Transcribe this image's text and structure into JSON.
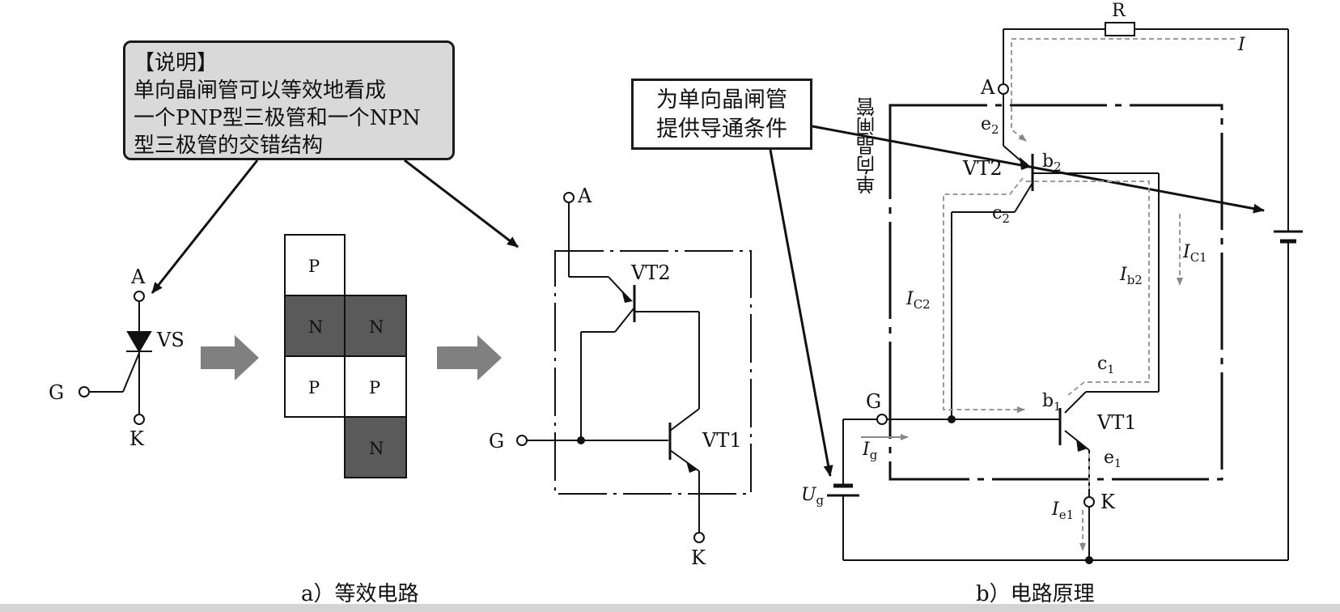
{
  "note": {
    "title": "【说明】",
    "lines": [
      "单向晶闸管可以等效地看成",
      "一个PNP型三极管和一个NPN",
      "型三极管的交错结构"
    ]
  },
  "condition_note": {
    "lines": [
      "为单向晶闸管",
      "提供导通条件"
    ]
  },
  "left": {
    "terminal_a": "A",
    "terminal_g": "G",
    "terminal_k": "K",
    "device_label": "VS",
    "layers": [
      "P",
      "N",
      "N",
      "P",
      "P",
      "N"
    ],
    "transistor_top": "VT2",
    "transistor_bottom": "VT1",
    "caption": "a）等效电路"
  },
  "right": {
    "resistor": "R",
    "current_i": "I",
    "terminal_a": "A",
    "terminal_g": "G",
    "terminal_k": "K",
    "e2": "e",
    "e2_sub": "2",
    "b2": "b",
    "b2_sub": "2",
    "c2": "c",
    "c2_sub": "2",
    "vt2": "VT2",
    "vt1": "VT1",
    "b1": "b",
    "b1_sub": "1",
    "c1": "c",
    "c1_sub": "1",
    "e1": "e",
    "e1_sub": "1",
    "i_c1": "I",
    "i_c1_sub": "C1",
    "i_b2": "I",
    "i_b2_sub": "b2",
    "i_c2": "I",
    "i_c2_sub": "C2",
    "i_g": "I",
    "i_g_sub": "g",
    "i_e1": "I",
    "i_e1_sub": "e1",
    "u_g": "U",
    "u_g_sub": "g",
    "device_label": "单向晶闸管",
    "caption": "b）电路原理"
  },
  "colors": {
    "dark_layer": "#5a5a5a",
    "light_layer": "#ffffff",
    "note_bg": "#d9d9d9",
    "arrow_fill": "#808080",
    "dashed": "#9a9a9a"
  }
}
